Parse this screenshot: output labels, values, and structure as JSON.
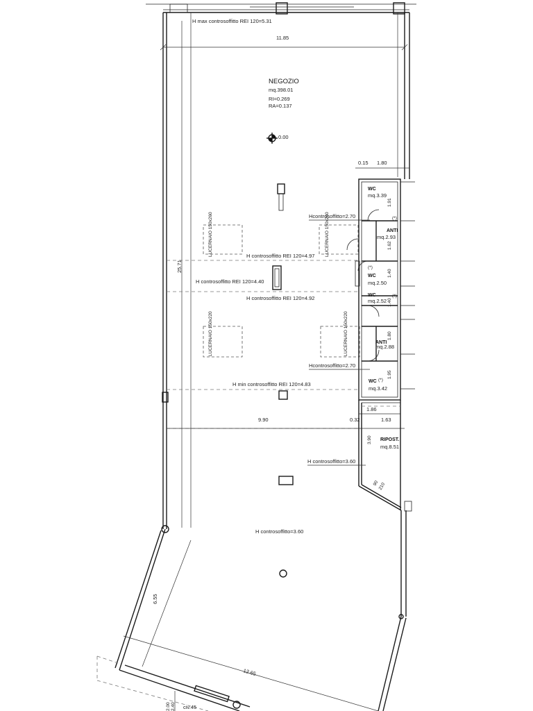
{
  "header": {
    "h_max": "H max controsoffitto REI 120=5.31",
    "width_top": "11.85"
  },
  "shop": {
    "name": "NEGOZIO",
    "area": "mq.398.01",
    "ri": "RI=0.269",
    "ra": "RA=0.137",
    "level": "0.00",
    "height_left": "25.71"
  },
  "ceilings": {
    "h1": "H controsoffitto REI 120=4.97",
    "h2": "H controsoffitto REI 120=4.40",
    "h3": "H controsoffitto REI 120=4.92",
    "h_min": "H min controsoffitto REI 120=4.83",
    "h_low": "H controsoffitto=3.60",
    "h_ripost": "H controsoffitto=3.60",
    "h_wc_top": "Hcontrosoffitto=2.70",
    "h_wc_bottom": "Hcontrosoffitto=2.70"
  },
  "windows": {
    "w1": "LUCERNAIO 150x260",
    "w2": "LUCERNAIO 150x260",
    "w3": "LUCERNAIO 150x220",
    "w4": "LUCERNAIO 150x220"
  },
  "dims": {
    "d015": "0.15",
    "d180": "1.80",
    "d191": "1.91",
    "d162": "1.62",
    "d140a": "1.40",
    "d140b": "1.40",
    "d180b": "1.80",
    "d195": "1.95",
    "d990": "9.90",
    "d032": "0.32",
    "d186": "1.86",
    "d163": "1.63",
    "d390": "3.90",
    "d655": "6.55",
    "d1265": "12.65",
    "d200": "2.00",
    "d240": "2.40",
    "d90": "90",
    "d210": "210",
    "star": "(*)"
  },
  "rooms": {
    "wc1_label": "WC",
    "wc1_area": "mq.3.39",
    "anti1_label": "ANTI",
    "anti1_area": "mq.2.93",
    "wc2_label": "WC",
    "wc2_area": "mq.2.50",
    "wc3_label": "WC",
    "wc3_area": "mq.2.52",
    "anti2_label": "ANTI",
    "anti2_area": "mq.2.88",
    "wc4_label": "WC",
    "wc4_area": "mq.3.42",
    "ripost_label": "RIPOST.",
    "ripost_area": "mq.8.51"
  },
  "address": {
    "civ": "civ.45"
  }
}
